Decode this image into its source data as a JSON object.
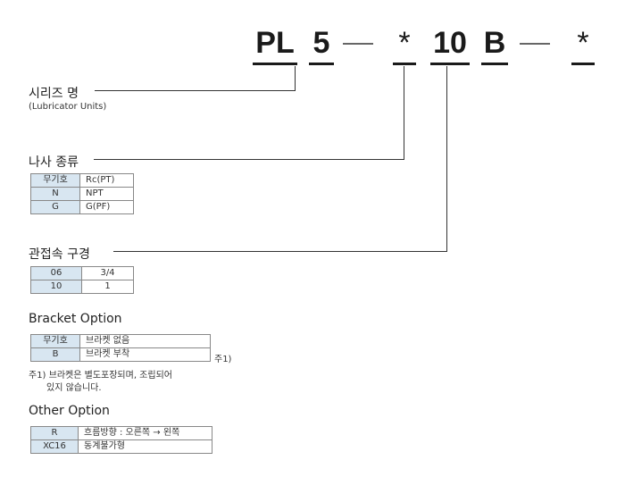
{
  "code": {
    "segments": [
      "PL",
      "5",
      "—",
      "*",
      "10",
      "B",
      "—",
      "*"
    ]
  },
  "series": {
    "label": "시리즈 명",
    "sub": "(Lubricator Units)"
  },
  "thread": {
    "label": "나사 종류",
    "rows": [
      {
        "key": "무기호",
        "value": "Rc(PT)"
      },
      {
        "key": "N",
        "value": "NPT"
      },
      {
        "key": "G",
        "value": "G(PF)"
      }
    ]
  },
  "port": {
    "label": "관접속 구경",
    "rows": [
      {
        "key": "06",
        "value": "3/4"
      },
      {
        "key": "10",
        "value": "1"
      }
    ]
  },
  "bracket": {
    "label": "Bracket Option",
    "rows": [
      {
        "key": "무기호",
        "value": "브라켓 없음"
      },
      {
        "key": "B",
        "value": "브라켓 부착"
      }
    ],
    "footnote_mark": "주1)",
    "note_line1": "주1) 브라켓은 별도포장되며, 조립되어",
    "note_line2": "있지 않습니다."
  },
  "other": {
    "label": "Other Option",
    "rows": [
      {
        "key": "R",
        "value": "흐름방향 : 오른쪽 → 왼쪽"
      },
      {
        "key": "XC16",
        "value": "동계불가형"
      }
    ]
  }
}
